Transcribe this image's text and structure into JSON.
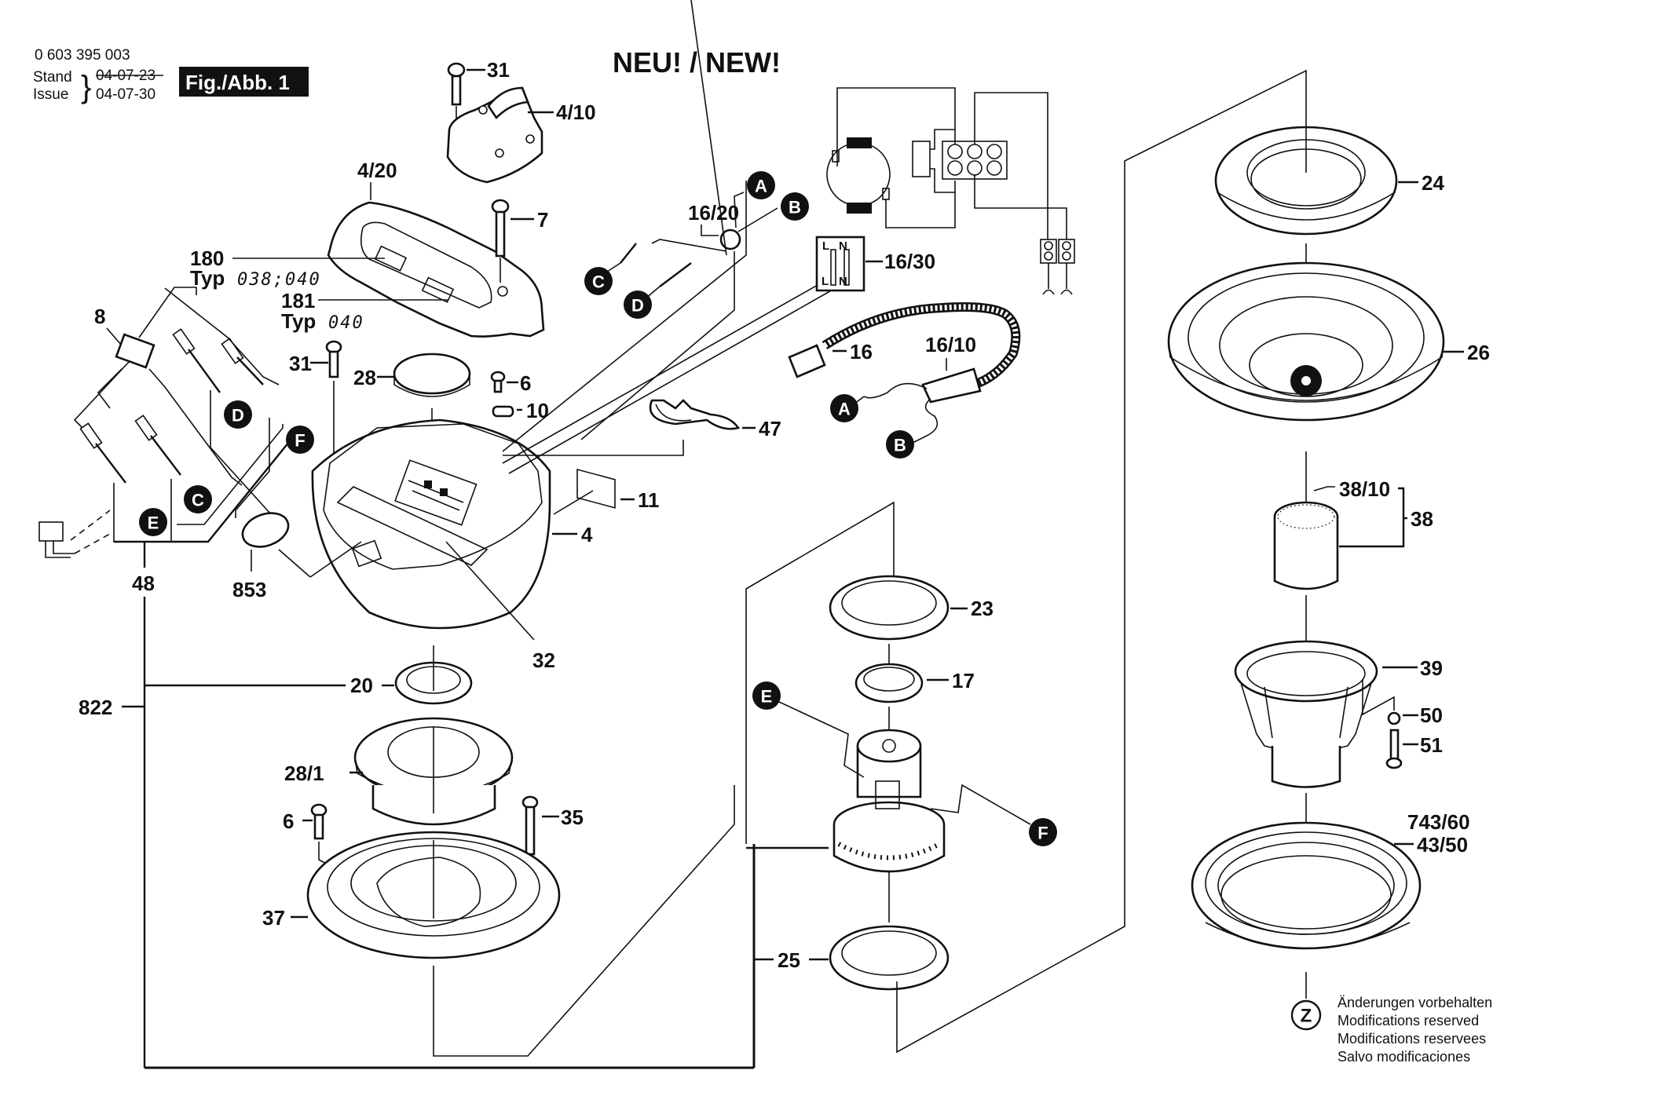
{
  "header": {
    "part_number": "0 603 395 003",
    "stand_label": "Stand",
    "issue_label": "Issue",
    "stand_date_struck": "04-07-23",
    "issue_date": "04-07-30",
    "figure_label": "Fig./Abb. 1",
    "title": "NEU! / NEW!"
  },
  "typ_labels": {
    "typ_word": "Typ",
    "typ_180_values": "038;040",
    "typ_181_values": "040"
  },
  "part_labels": {
    "p31_top": "31",
    "p4_10": "4/10",
    "p4_20": "4/20",
    "p7": "7",
    "p180": "180",
    "p181": "181",
    "p8": "8",
    "p31_mid": "31",
    "p28": "28",
    "p6_top": "6",
    "p10": "10",
    "p47": "47",
    "p11": "11",
    "p4": "4",
    "p853": "853",
    "p48": "48",
    "p32": "32",
    "p822": "822",
    "p20": "20",
    "p28_1": "28/1",
    "p6_bottom": "6",
    "p35": "35",
    "p37": "37",
    "p16_20": "16/20",
    "p16_30": "16/30",
    "p16": "16",
    "p16_10": "16/10",
    "p23": "23",
    "p17": "17",
    "p25": "25",
    "p24": "24",
    "p26": "26",
    "p38_10": "38/10",
    "p38": "38",
    "p39": "39",
    "p50": "50",
    "p51": "51",
    "p743_60": "743/60",
    "p43_50": "43/50"
  },
  "connector_callouts": {
    "A": "A",
    "B": "B",
    "C": "C",
    "D": "D",
    "E": "E",
    "F": "F",
    "Z": "Z"
  },
  "switch_terminal_labels": {
    "L": "L",
    "N": "N"
  },
  "footer_notes": [
    "Änderungen vorbehalten",
    "Modifications reserved",
    "Modifications reservees",
    "Salvo modificaciones"
  ],
  "colors": {
    "ink": "#111111",
    "background": "#ffffff",
    "figure_box": "#111111"
  }
}
